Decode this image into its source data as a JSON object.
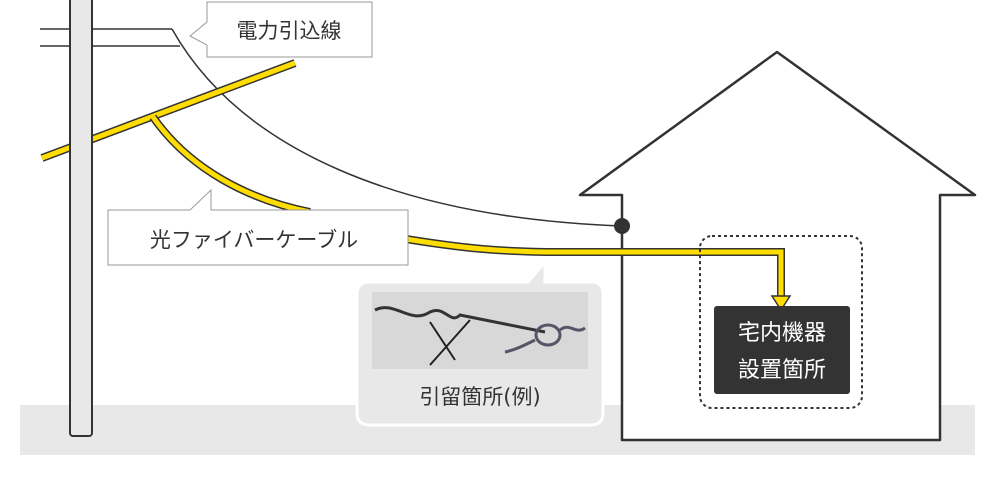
{
  "labels": {
    "power_line": "電力引込線",
    "fiber_cable": "光ファイバーケーブル",
    "anchor_point": "引留箇所(例)",
    "equipment_line1": "宅内機器",
    "equipment_line2": "設置箇所"
  },
  "colors": {
    "fiber": "#ffdd00",
    "outline": "#333333",
    "ground": "#e8e8e8",
    "equipment_box": "#333333"
  }
}
